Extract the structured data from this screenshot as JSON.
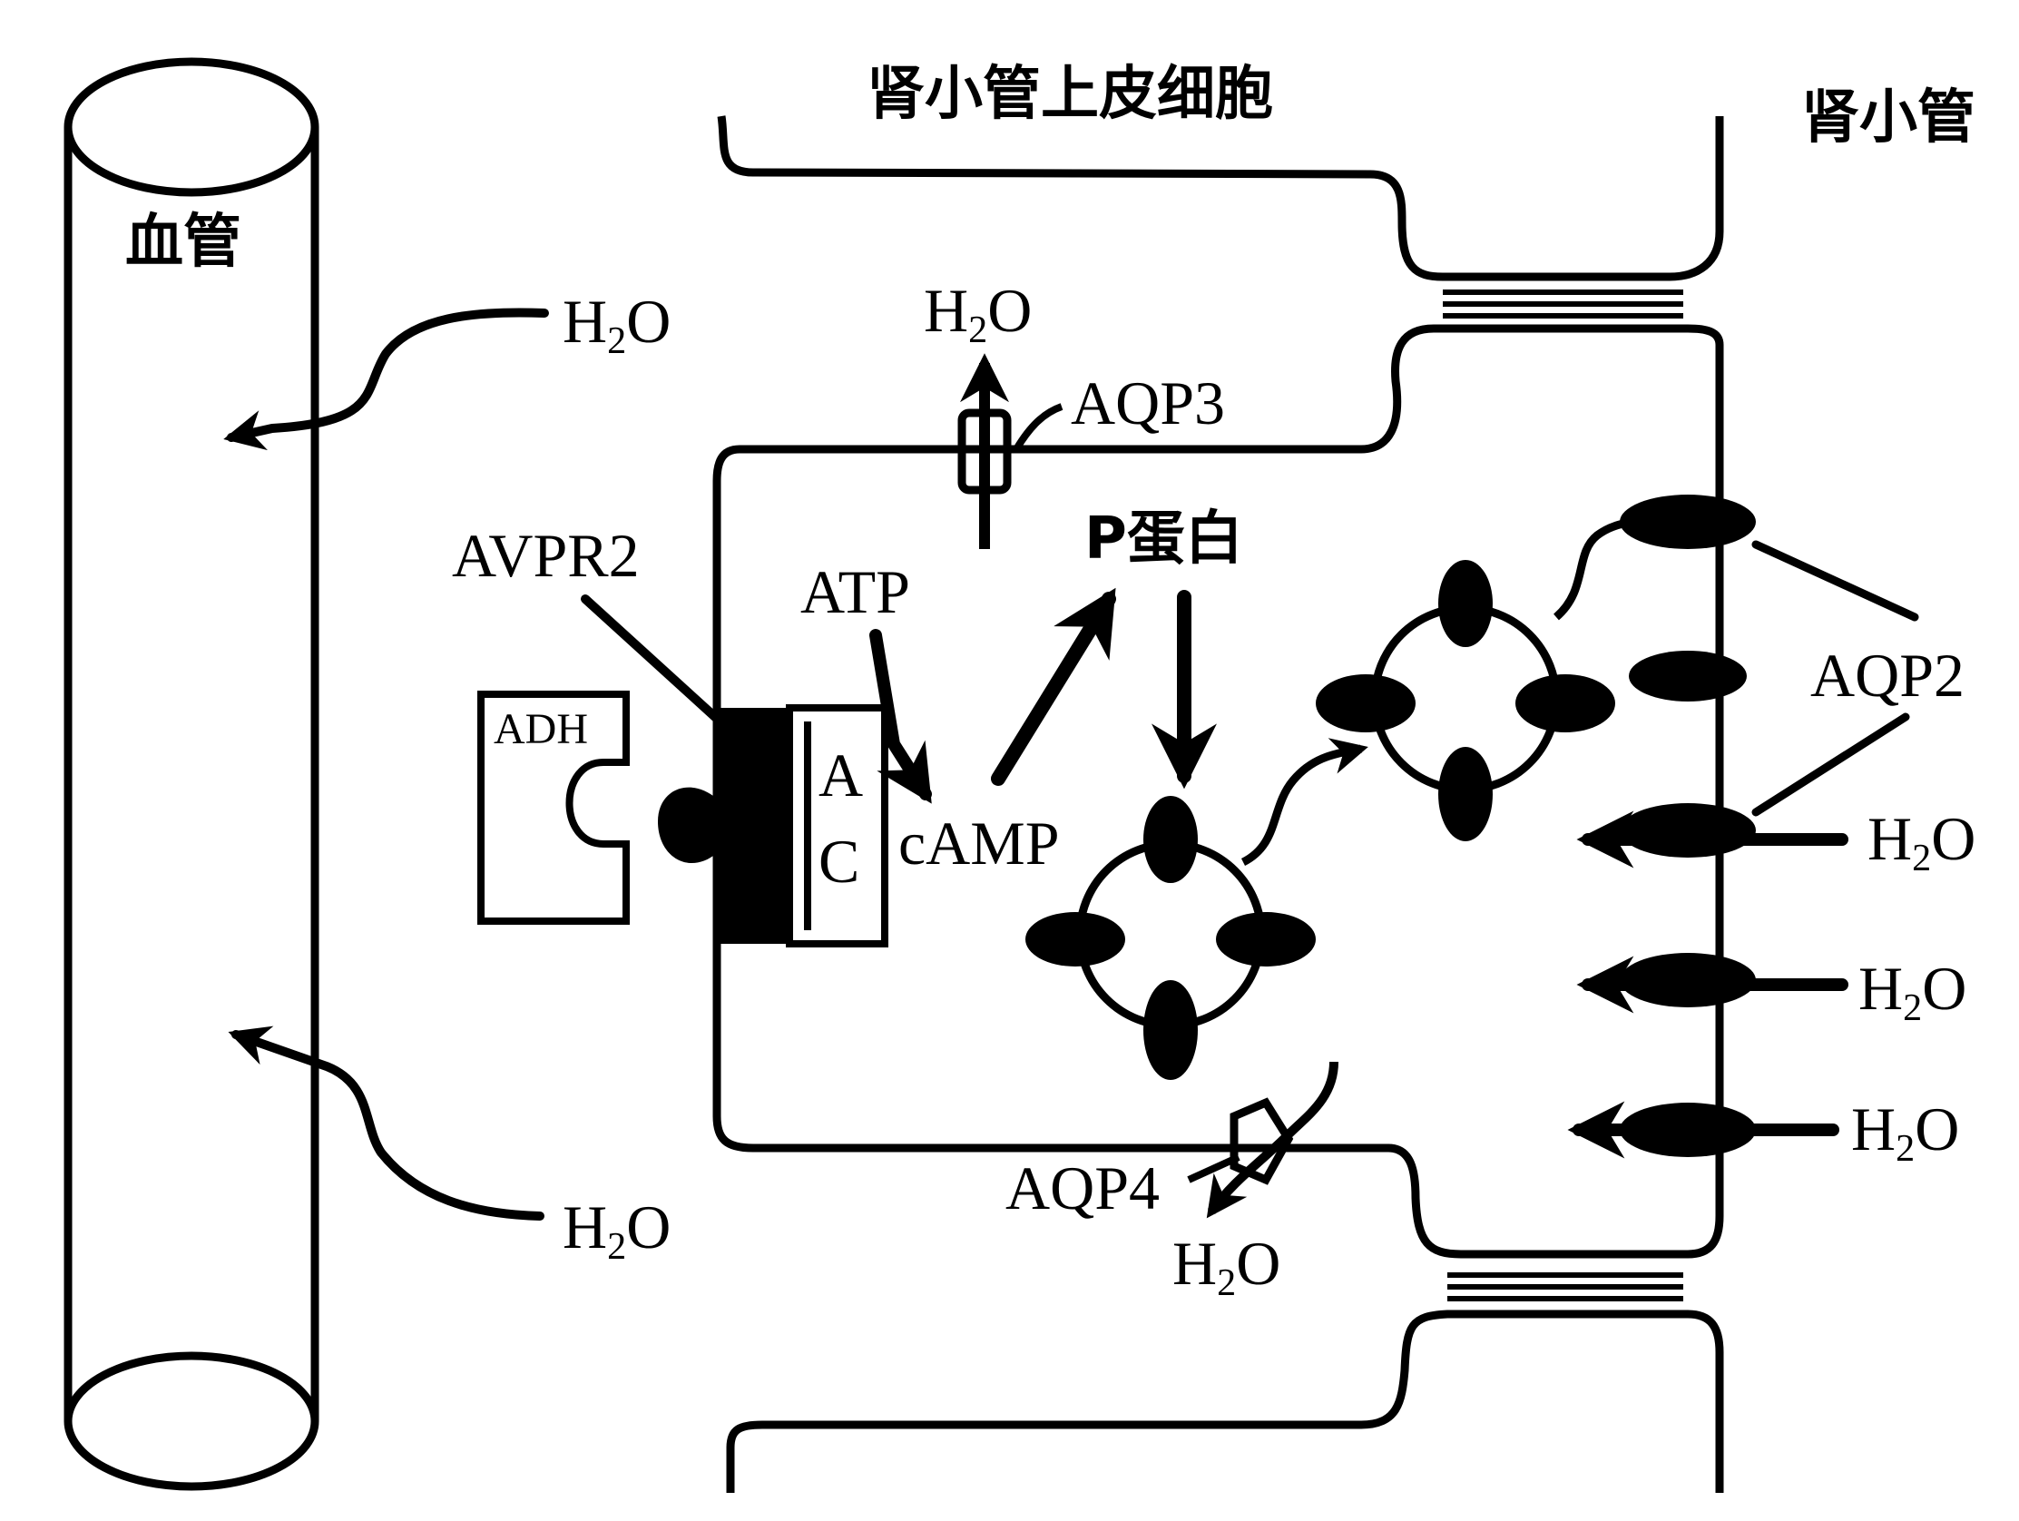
{
  "labels": {
    "tubule_cell": "肾小管上皮细胞",
    "tubule": "肾小管",
    "blood_vessel": "血管",
    "h2o_blood_top": {
      "pre": "H",
      "sub": "2",
      "post": "O"
    },
    "h2o_blood_bottom": {
      "pre": "H",
      "sub": "2",
      "post": "O"
    },
    "h2o_aqp3": {
      "pre": "H",
      "sub": "2",
      "post": "O"
    },
    "aqp3": "AQP3",
    "avpr2": "AVPR2",
    "atp": "ATP",
    "p_protein": "P蛋白",
    "adh": "ADH",
    "ac_a": "A",
    "ac_c": "C",
    "camp": "cAMP",
    "aqp2": "AQP2",
    "h2o_aqp2_1": {
      "pre": "H",
      "sub": "2",
      "post": "O"
    },
    "h2o_aqp2_2": {
      "pre": "H",
      "sub": "2",
      "post": "O"
    },
    "h2o_aqp2_3": {
      "pre": "H",
      "sub": "2",
      "post": "O"
    },
    "aqp4": "AQP4",
    "h2o_aqp4": {
      "pre": "H",
      "sub": "2",
      "post": "O"
    }
  },
  "colors": {
    "ink": "#000000",
    "background": "#ffffff"
  }
}
